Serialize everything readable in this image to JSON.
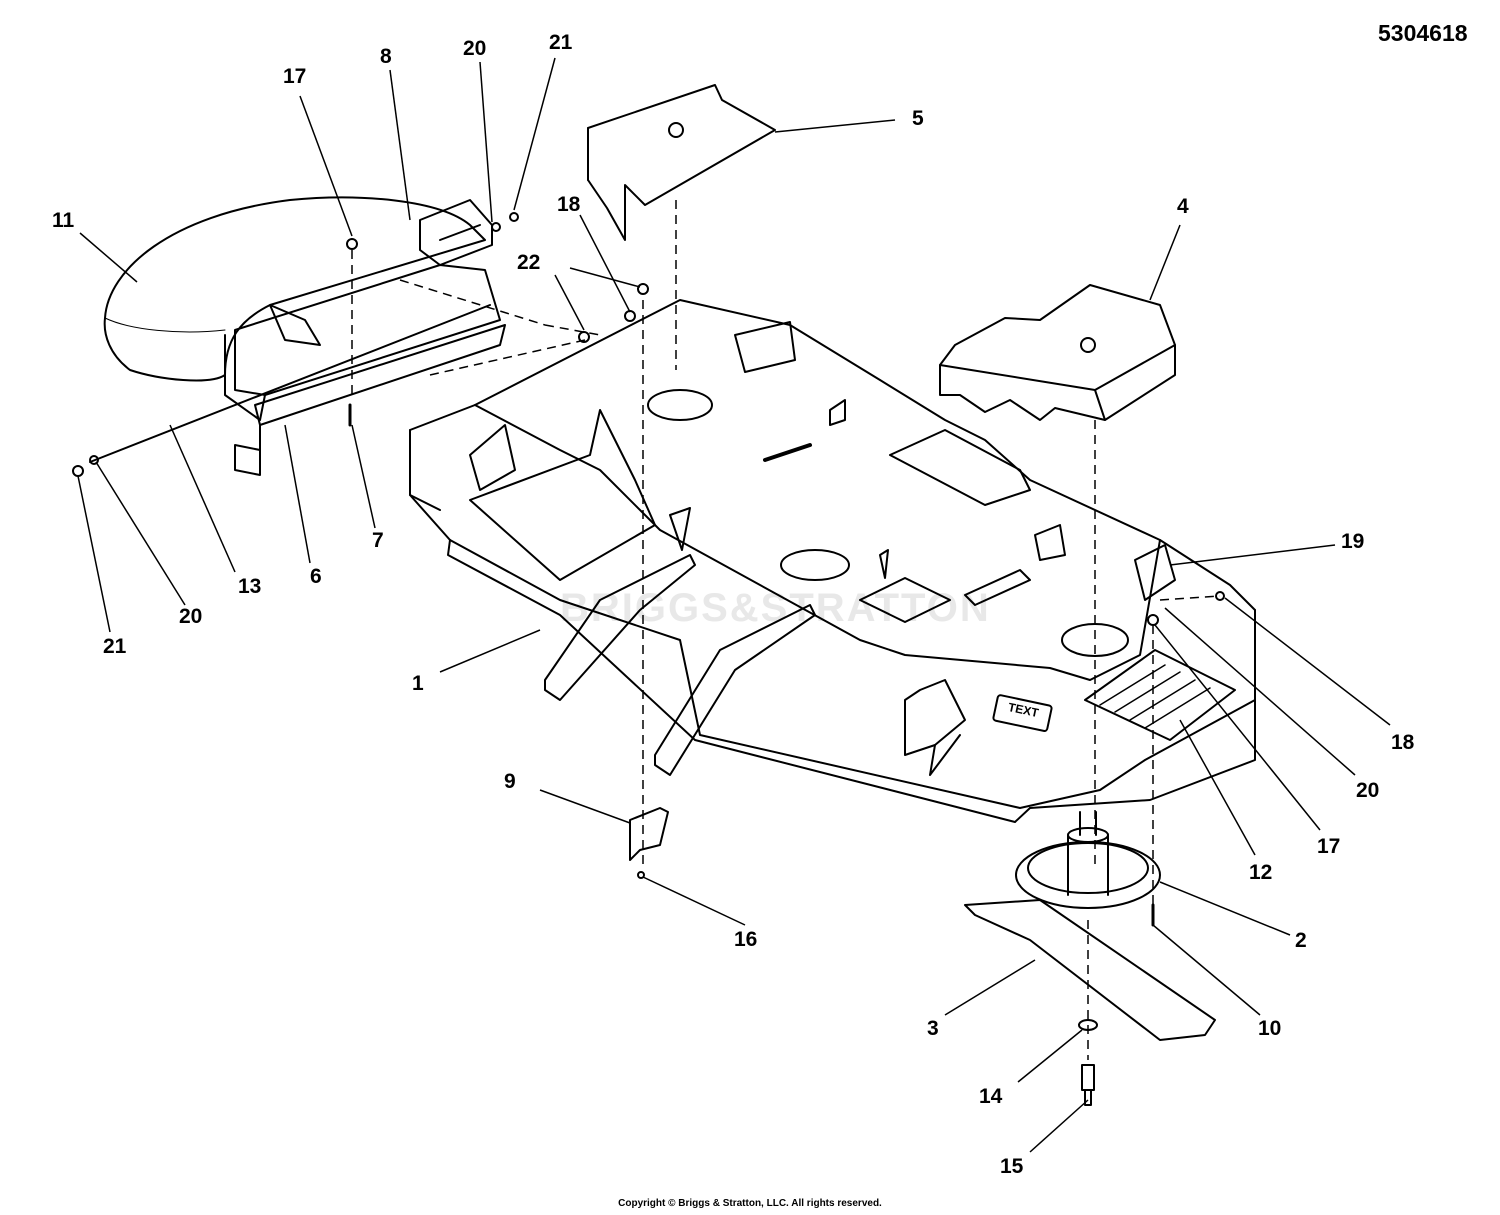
{
  "diagram_id": "5304618",
  "copyright": "Copyright © Briggs & Stratton, LLC. All rights reserved.",
  "watermark": "BRIGGS&STRATTON",
  "deck_decal": "TEXT",
  "callouts": {
    "c1": "1",
    "c2": "2",
    "c3": "3",
    "c4": "4",
    "c5": "5",
    "c6": "6",
    "c7": "7",
    "c8": "8",
    "c9": "9",
    "c10": "10",
    "c11": "11",
    "c12": "12",
    "c13": "13",
    "c14": "14",
    "c15": "15",
    "c16": "16",
    "c17a": "17",
    "c17b": "17",
    "c18a": "18",
    "c18b": "18",
    "c19": "19",
    "c20a": "20",
    "c20b": "20",
    "c20c": "20",
    "c21a": "21",
    "c21b": "21",
    "c22": "22"
  }
}
